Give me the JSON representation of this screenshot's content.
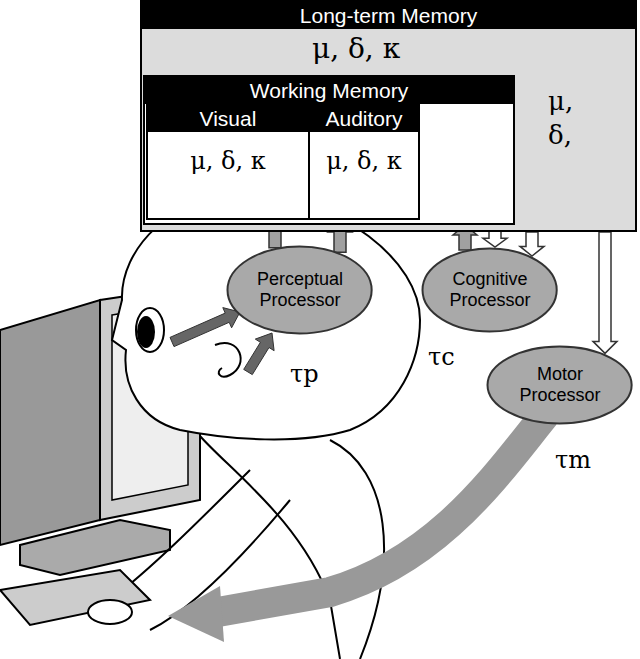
{
  "diagram": {
    "nodes": [
      {
        "text": [
          "Long-term Memory",
          "μ, δ, κ"
        ]
      },
      {
        "text": [
          "Working Memory"
        ],
        "in": 0
      },
      {
        "text": [
          "Visual",
          "μ, δ, κ"
        ],
        "in": 1
      },
      {
        "text": [
          "Auditory",
          "μ, δ, κ"
        ],
        "in": 1
      },
      {
        "text": [
          "Perceptual Processor"
        ]
      },
      {
        "text": [
          "Cognitive Processor"
        ]
      },
      {
        "text": [
          "Motor Processor"
        ]
      }
    ],
    "edges": [
      {
        "from": 4,
        "to": 2,
        "arrow": "to"
      },
      {
        "from": 4,
        "to": 3,
        "arrow": "to"
      },
      {
        "from": 5,
        "to": 1,
        "arrow": "to"
      },
      {
        "from": 1,
        "to": 5,
        "arrow": "to"
      },
      {
        "from": 0,
        "to": 5,
        "arrow": "to"
      },
      {
        "from": 0,
        "to": 6,
        "arrow": "to"
      }
    ],
    "labels": [
      "μ, δ,",
      "τp",
      "τc",
      "τm"
    ]
  }
}
